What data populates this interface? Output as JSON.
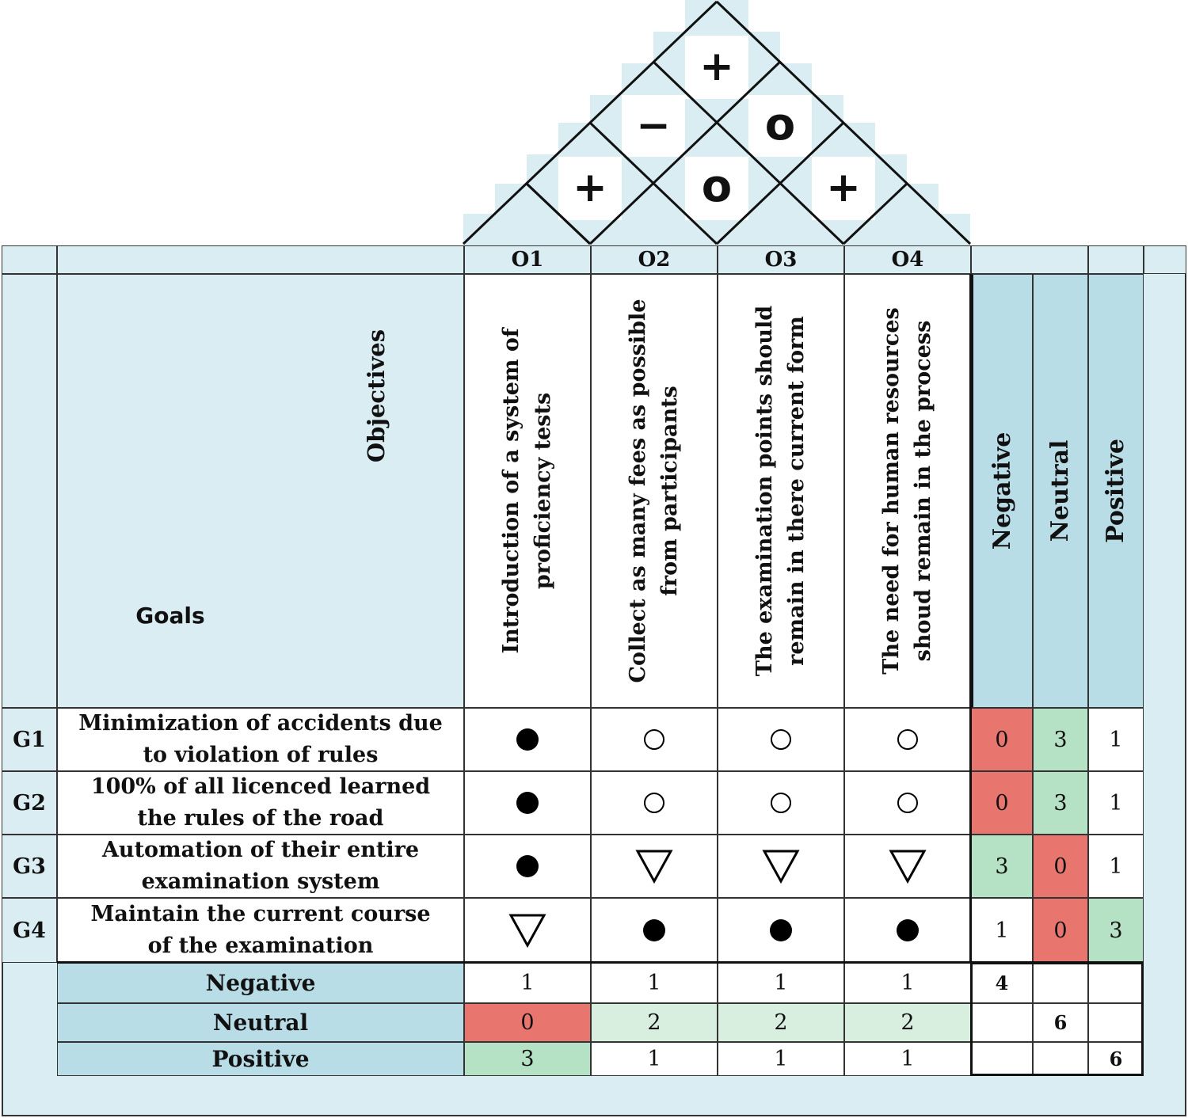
{
  "roof": {
    "correlations": [
      {
        "between": [
          "O1",
          "O2"
        ],
        "symbol": "+"
      },
      {
        "between": [
          "O2",
          "O3"
        ],
        "symbol": "o"
      },
      {
        "between": [
          "O3",
          "O4"
        ],
        "symbol": "+"
      },
      {
        "between": [
          "O1",
          "O3"
        ],
        "symbol": "−"
      },
      {
        "between": [
          "O2",
          "O4"
        ],
        "symbol": "o"
      },
      {
        "between": [
          "O1",
          "O4"
        ],
        "symbol": "+"
      }
    ]
  },
  "header": {
    "objectives_label": "Objectives",
    "goals_label": "Goals",
    "objective_ids": [
      "O1",
      "O2",
      "O3",
      "O4"
    ],
    "objectives": [
      {
        "line1": "Introduction of a system of",
        "line2": "proficiency tests"
      },
      {
        "line1": "Collect as many fees as possible",
        "line2": "from participants"
      },
      {
        "line1": "The examination points should",
        "line2": "remain in there current form"
      },
      {
        "line1": "The need for human resources",
        "line2": "shoud remain in the process"
      }
    ],
    "summary_columns": [
      "Negative",
      "Neutral",
      "Positive"
    ]
  },
  "goals": [
    {
      "id": "G1",
      "line1": "Minimization of accidents due",
      "line2": "to violation of rules",
      "relations": [
        "positive",
        "neutral",
        "neutral",
        "neutral"
      ],
      "negative": 0,
      "neutral": 3,
      "positive": 1
    },
    {
      "id": "G2",
      "line1": "100% of all licenced learned",
      "line2": "the rules of the road",
      "relations": [
        "positive",
        "neutral",
        "neutral",
        "neutral"
      ],
      "negative": 0,
      "neutral": 3,
      "positive": 1
    },
    {
      "id": "G3",
      "line1": "Automation of their entire",
      "line2": "examination system",
      "relations": [
        "positive",
        "negative",
        "negative",
        "negative"
      ],
      "negative": 3,
      "neutral": 0,
      "positive": 1
    },
    {
      "id": "G4",
      "line1": "Maintain the current course",
      "line2": "of the examination",
      "relations": [
        "negative",
        "positive",
        "positive",
        "positive"
      ],
      "negative": 1,
      "neutral": 0,
      "positive": 3
    }
  ],
  "summary_rows": [
    {
      "label": "Negative",
      "values": [
        "1",
        "1",
        "1",
        "1"
      ],
      "total": "4"
    },
    {
      "label": "Neutral",
      "values": [
        "0",
        "2",
        "2",
        "2"
      ],
      "total": "6"
    },
    {
      "label": "Positive",
      "values": [
        "3",
        "1",
        "1",
        "1"
      ],
      "total": "6"
    }
  ],
  "legend_symbols": {
    "positive": "filled-circle",
    "neutral": "open-circle",
    "negative": "open-triangle"
  },
  "colors": {
    "light_blue": "#daedf3",
    "medium_blue": "#b9dde7",
    "red": "#e8766f",
    "green": "#b5e1c4",
    "light_green": "#d8efe0"
  }
}
